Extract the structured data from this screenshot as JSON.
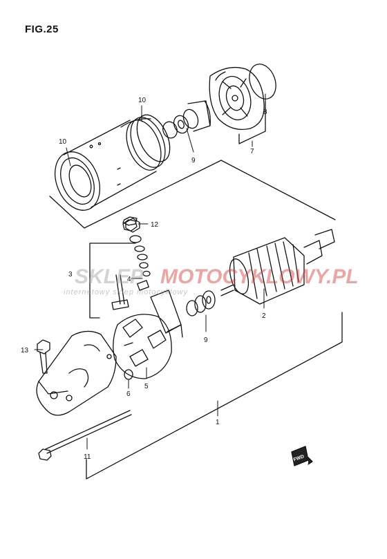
{
  "figure": {
    "title": "FIG.25"
  },
  "watermark": {
    "brand_a": "SKLEP",
    "brand_b": "MOTOCYKLOWY.PL",
    "tagline": "internetowy sklep motocyklowy"
  },
  "fwd_badge": {
    "label": "FWD"
  },
  "callouts": [
    {
      "id": "c1",
      "label": "1"
    },
    {
      "id": "c2",
      "label": "2"
    },
    {
      "id": "c3",
      "label": "3"
    },
    {
      "id": "c4",
      "label": "4"
    },
    {
      "id": "c5",
      "label": "5"
    },
    {
      "id": "c6",
      "label": "6"
    },
    {
      "id": "c7",
      "label": "7"
    },
    {
      "id": "c8",
      "label": "8"
    },
    {
      "id": "c9a",
      "label": "9"
    },
    {
      "id": "c9b",
      "label": "9"
    },
    {
      "id": "c10a",
      "label": "10"
    },
    {
      "id": "c10b",
      "label": "10"
    },
    {
      "id": "c11",
      "label": "11"
    },
    {
      "id": "c12",
      "label": "12"
    },
    {
      "id": "c13",
      "label": "13"
    }
  ]
}
